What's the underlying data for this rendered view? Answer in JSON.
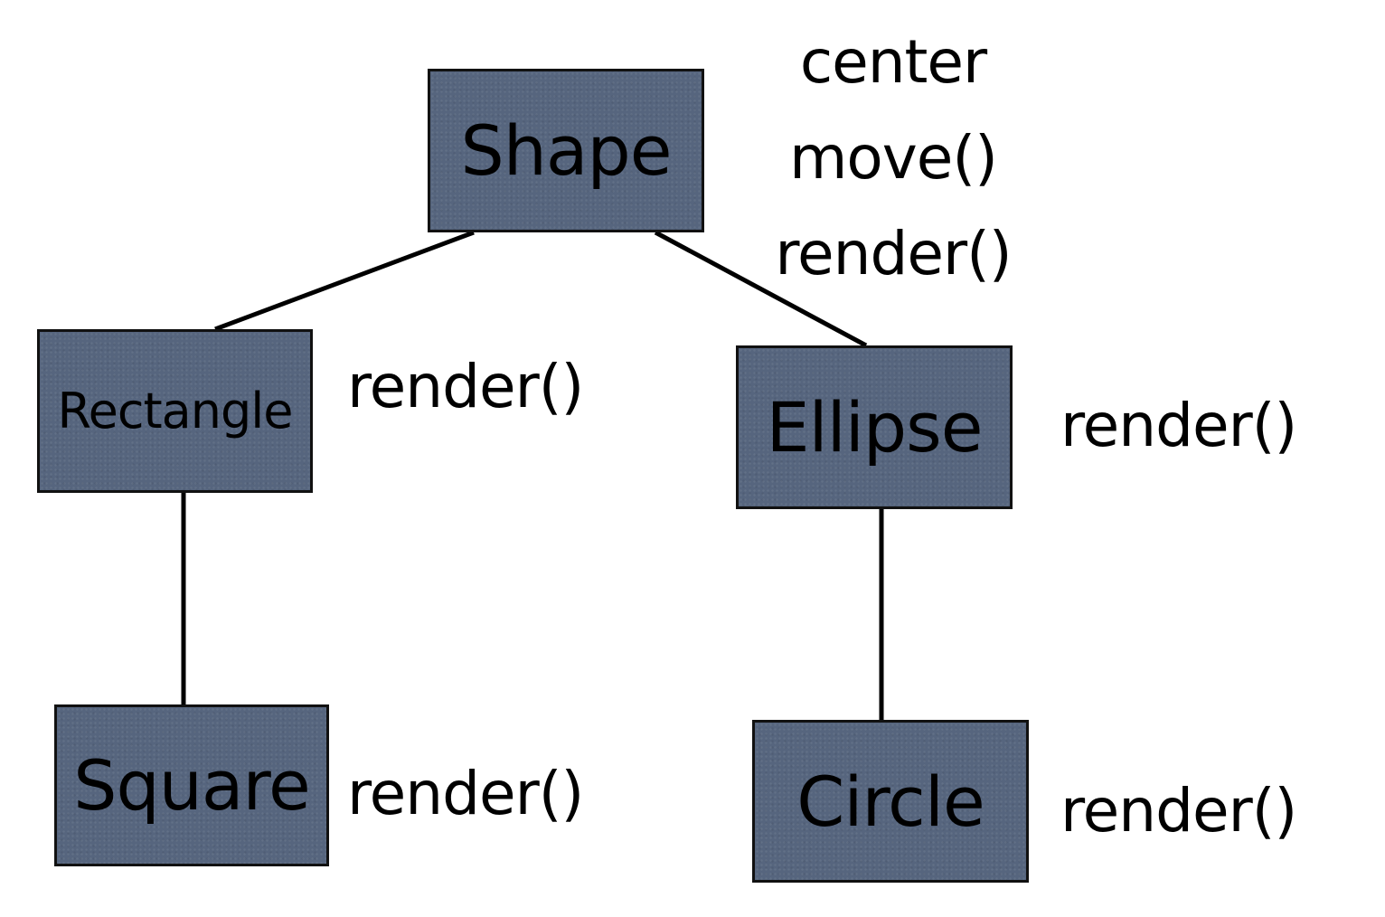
{
  "diagram": {
    "nodes": {
      "shape": {
        "label": "Shape",
        "members": [
          "center",
          "move()",
          "render()"
        ]
      },
      "rectangle": {
        "label": "Rectangle",
        "member": "render()"
      },
      "ellipse": {
        "label": "Ellipse",
        "member": "render()"
      },
      "square": {
        "label": "Square",
        "member": "render()"
      },
      "circle": {
        "label": "Circle",
        "member": "render()"
      }
    },
    "edges": [
      {
        "from": "Shape",
        "to": "Rectangle"
      },
      {
        "from": "Shape",
        "to": "Ellipse"
      },
      {
        "from": "Rectangle",
        "to": "Square"
      },
      {
        "from": "Ellipse",
        "to": "Circle"
      }
    ],
    "colors": {
      "node_fill": "#56657e",
      "node_border": "#111111",
      "line": "#000000",
      "text": "#000000",
      "background": "#ffffff"
    }
  }
}
